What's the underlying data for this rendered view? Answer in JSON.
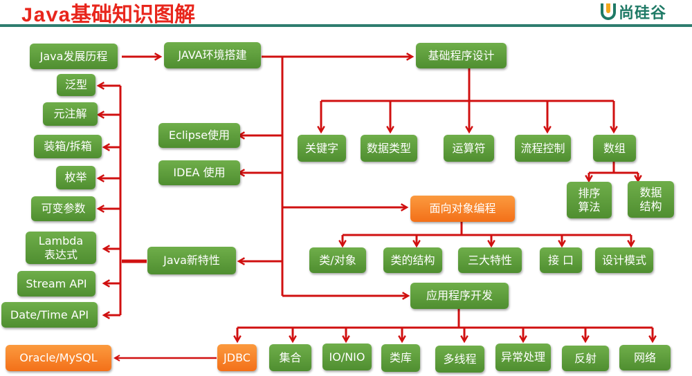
{
  "header": {
    "title": "Java基础知识图解",
    "logo_text": "尚硅谷"
  },
  "colors": {
    "green_node": "#5a9a3a",
    "orange_node": "#f47b20",
    "connector": "#d01010",
    "title": "#e8261c",
    "rule": "#2e7d6f"
  },
  "nodes": {
    "java_history": "Java发展历程",
    "java_env": "JAVA环境搭建",
    "basic_programming": "基础程序设计",
    "eclipse": "Eclipse使用",
    "idea": "IDEA 使用",
    "java_new_features": "Java新特性",
    "oop": "面向对象编程",
    "app_dev": "应用程序开发",
    "new_features": [
      "泛型",
      "元注解",
      "装箱/拆箱",
      "枚举",
      "可变参数",
      "Lambda\n表达式",
      "Stream API",
      "Date/Time API"
    ],
    "basics": [
      "关键字",
      "数据类型",
      "运算符",
      "流程控制",
      "数组"
    ],
    "array_children": [
      "排序\n算法",
      "数据\n结构"
    ],
    "oop_children": [
      "类/对象",
      "类的结构",
      "三大特性",
      "接 口",
      "设计模式"
    ],
    "app_children": [
      "JDBC",
      "集合",
      "IO/NIO",
      "类库",
      "多线程",
      "异常处理",
      "反射",
      "网络"
    ],
    "database": "Oracle/MySQL"
  }
}
